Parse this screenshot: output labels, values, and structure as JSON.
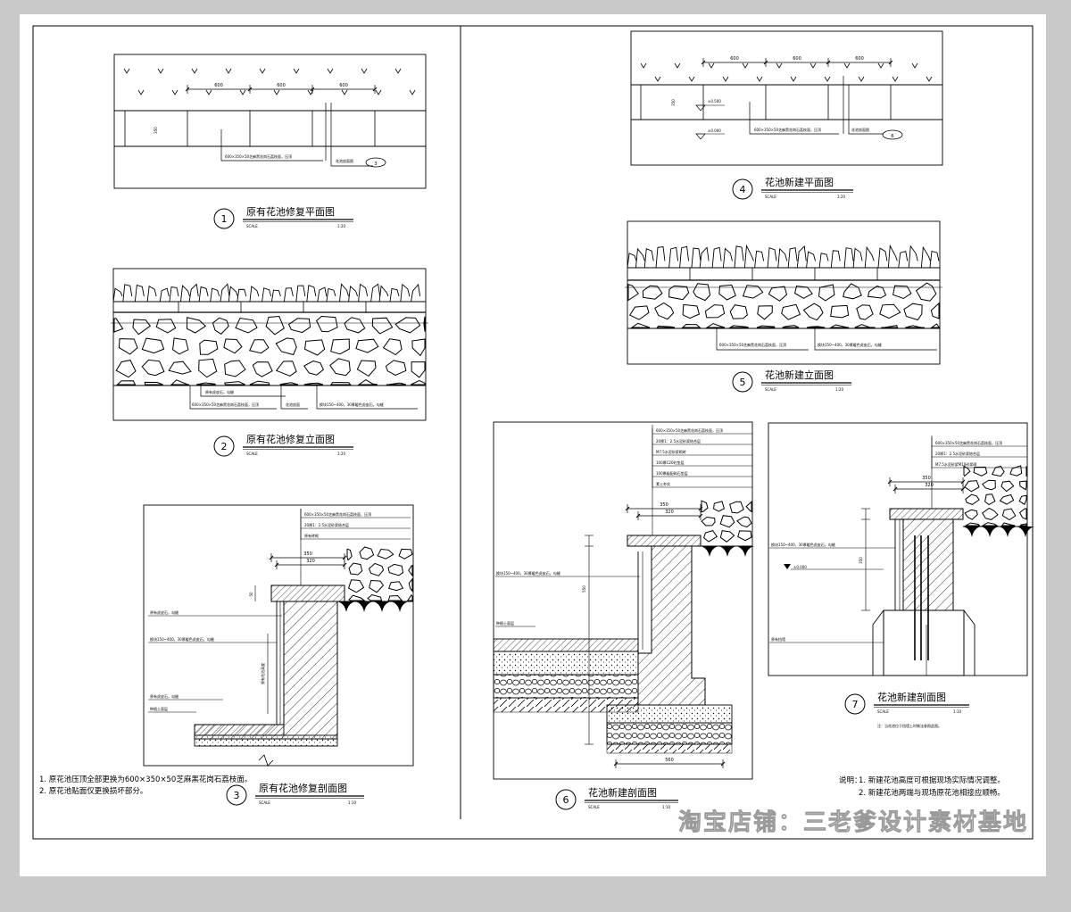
{
  "drawings": [
    {
      "id": "1",
      "title": "原有花池修复平面图",
      "scale_label": "SCALE",
      "ratio": "1:20"
    },
    {
      "id": "2",
      "title": "原有花池修复立面图",
      "scale_label": "SCALE",
      "ratio": "1:20"
    },
    {
      "id": "3",
      "title": "原有花池修复剖面图",
      "scale_label": "SCALE",
      "ratio": "1:10"
    },
    {
      "id": "4",
      "title": "花池新建平面图",
      "scale_label": "SCALE",
      "ratio": "1:20"
    },
    {
      "id": "5",
      "title": "花池新建立面图",
      "scale_label": "SCALE",
      "ratio": "1:20"
    },
    {
      "id": "6",
      "title": "花池新建剖面图",
      "scale_label": "SCALE",
      "ratio": "1:10"
    },
    {
      "id": "7",
      "title": "花池新建剖面图",
      "scale_label": "SCALE",
      "ratio": "1:10"
    }
  ],
  "plan1": {
    "dims": [
      "600",
      "600",
      "600"
    ],
    "callout_a": "600×350×50芝麻黑花岗石荔枝面，压顶",
    "callout_b": "花池剖面图",
    "ref": "3",
    "height_dim": "350"
  },
  "plan4": {
    "dims": [
      "600",
      "600",
      "600"
    ],
    "callout_a": "600×350×50芝麻黑花岗石荔枝面，压顶",
    "callout_b": "花池剖面图",
    "ref": "6",
    "level_a": "±0.500",
    "level_b": "±0.000",
    "height_dim": "350"
  },
  "elev2": {
    "callout_a": "原有虎皮石，勾缝",
    "callout_b": "600×350×50芝麻黑花岗石荔枝面，压顶",
    "callout_c": "花池剖面",
    "callout_d": "换块150~400，30厚暖色虎皮石，勾缝"
  },
  "elev5": {
    "callout_a": "600×350×50芝麻黑花岗石荔枝面，压顶",
    "callout_b": "换块150~400，30厚暖色虎皮石，勾缝"
  },
  "sec3": {
    "layers": [
      "600×350×50芝麻黑花岗石荔枝面，压顶",
      "20厚1：2.5水泥砂浆结合层",
      "原有砖砌"
    ],
    "dims": [
      "350",
      "320",
      "50"
    ],
    "left_labels": [
      "原有虎皮石，勾缝",
      "换块150~400，30厚暖色虎皮石，勾缝",
      "原有虎皮石，勾缝",
      "种植土面层"
    ],
    "vertical_label": "原有花池高度"
  },
  "sec6": {
    "layers": [
      "600×350×50芝麻黑花岗石荔枝面，压顶",
      "20厚1：2.5水泥砂浆结合层",
      "M7.5水泥砂浆砌砖",
      "100厚C20砼垫层",
      "100厚级配碎石垫层",
      "素土夯实"
    ],
    "dims": [
      "350",
      "320"
    ],
    "left_labels": [
      "换块150~400，30厚暖色虎皮石，勾缝",
      "种植土面层"
    ],
    "side_dim": "550",
    "bottom_dim": "560"
  },
  "sec7": {
    "layers": [
      "600×350×50芝麻黑花岗石荔枝面，压顶",
      "20厚1：2.5水泥砂浆结合层",
      "M7.5水泥砂浆M10砂浆砌"
    ],
    "dims": [
      "350",
      "320"
    ],
    "left_labels": [
      "换块150~400，30厚暖色虎皮石，勾缝",
      "±0.000",
      "原有挡墙"
    ],
    "side_dim": "350",
    "note": "注：当花池位于挡墙上时做法参照此图。"
  },
  "notes_left": [
    "1. 原花池压顶全部更换为600×350×50芝麻黑花岗石荔枝面。",
    "2. 原花池贴面仅更换损坏部分。"
  ],
  "notes_right": {
    "heading": "说明：",
    "items": [
      "1. 新建花池高度可根据现场实际情况调整。",
      "2. 新建花池两端与现场原花池相接应顺畅。"
    ]
  },
  "watermark": "淘宝店铺：三老爹设计素材基地",
  "colors": {
    "background": "#c9c9c9",
    "paper": "#ffffff",
    "line": "#000000"
  }
}
